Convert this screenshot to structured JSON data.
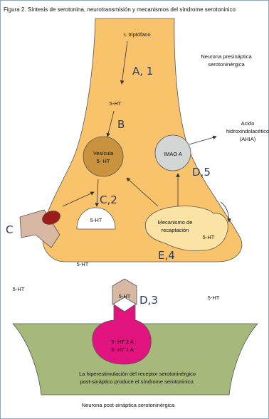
{
  "caption": "Figura 2. Síntesis de serotonina, neurotransmisión y mecanismos del síndrome serotoninico",
  "presynaptic": {
    "title_line1": "Neurona presináptica",
    "title_line2": "serotoninérgica",
    "precursor": "L triptófano",
    "step_a": "A, 1",
    "product": "5-HT",
    "step_b": "B",
    "vesicle_line1": "Vesícula",
    "vesicle_line2": "5- HT",
    "mao": "IMAO A",
    "step_d5": "D,5",
    "metabolite_line1": "Acido",
    "metabolite_line2": "hidroxindolacético",
    "metabolite_line3": "(AHIA)",
    "step_c2": "C,2",
    "released": "5-HT",
    "reuptake_line1": "Mecanismo de",
    "reuptake_line2": "recaptación",
    "reuptake_5ht": "5-HT",
    "step_e4": "E,4",
    "step_c": "C"
  },
  "cleft": {
    "free_5ht_1": "5-HT",
    "free_5ht_2": "5-HT",
    "free_5ht_3": "5-HT",
    "bound_5ht": "5-HT",
    "step_d3": "D,3"
  },
  "postsynaptic": {
    "receptor_line1": "5- HT 2 A",
    "receptor_line2": "5- HT 1 A",
    "note_line1": "La hiperestimulación del receptor serotoninérgico",
    "note_line2": "post-sináptico produce el síndrome serotoninico.",
    "title": "Neurona post-sináptica serotoninérgica"
  },
  "colors": {
    "presynaptic_fill": "#f9c36b",
    "vesicle_fill": "#c9923c",
    "mao_fill": "#d2d6d4",
    "reuptake_fill": "#fbe3a6",
    "postsynaptic_fill": "#a7b87b",
    "receptor_fill": "#e0137f",
    "blocker_fill": "#d9b8a3",
    "blocker_red": "#9c1c1c",
    "step_label": "#2b3a63"
  }
}
